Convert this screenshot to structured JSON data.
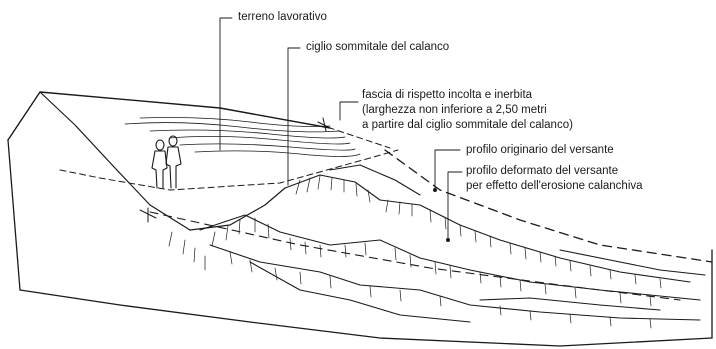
{
  "labels": {
    "terreno": "terreno lavorativo",
    "ciglio": "ciglio sommitale del calanco",
    "fascia_1": "fascia di rispetto incolta e inerbita",
    "fascia_2": "(larghezza non inferiore a 2,50 metri",
    "fascia_3": "a partire dal ciglio sommitale del calanco)",
    "originario": "profilo originario del versante",
    "deformato_1": "profilo deformato del versante",
    "deformato_2": "per effetto dell'erosione calanchiva"
  },
  "colors": {
    "ink": "#1a1a1a",
    "background": "#ffffff"
  }
}
